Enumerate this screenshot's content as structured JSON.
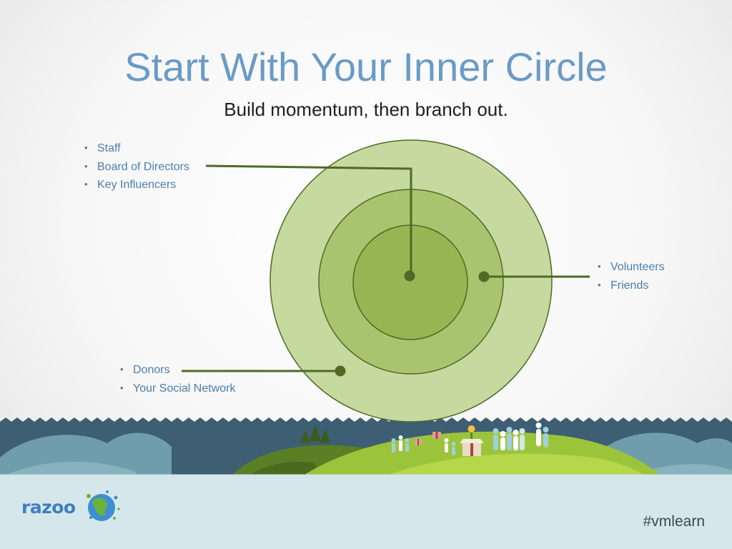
{
  "slide": {
    "title": "Start With Your Inner Circle",
    "subtitle": "Build momentum, then branch out.",
    "inner_list": [
      "Staff",
      "Board of Directors",
      "Key Influencers"
    ],
    "middle_list": [
      "Volunteers",
      "Friends"
    ],
    "outer_list": [
      "Donors",
      "Your Social Network"
    ],
    "logo_text": "razoo",
    "hashtag": "#vmlearn"
  },
  "colors": {
    "title": "#6a9bc6",
    "bullet_text": "#4a7eb0",
    "outer_circle": "#c6d99e",
    "middle_circle": "#a8c46f",
    "inner_circle": "#97b653",
    "connector": "#4e6b26",
    "logo": "#3e7fc1"
  },
  "icons": [
    "globe-icon",
    "people-icon",
    "gift-icon",
    "tree-icon"
  ]
}
